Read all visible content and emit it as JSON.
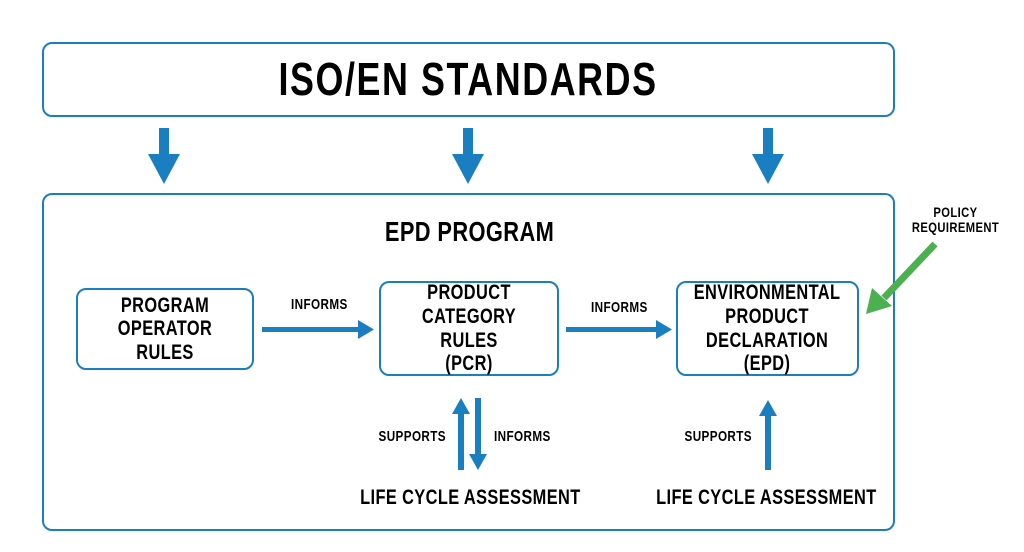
{
  "title": "ISO/EN STANDARDS",
  "program": {
    "title": "EPD PROGRAM",
    "boxes": {
      "operator_rules": "PROGRAM\nOPERATOR RULES",
      "pcr": "PRODUCT\nCATEGORY RULES\n(PCR)",
      "epd": "ENVIRONMENTAL\nPRODUCT\nDECLARATION (EPD)"
    },
    "arrows": {
      "informs_1": "INFORMS",
      "informs_2": "INFORMS",
      "supports_pcr": "SUPPORTS",
      "informs_pcr": "INFORMS",
      "supports_epd": "SUPPORTS"
    },
    "lca": {
      "left": "LIFE CYCLE ASSESSMENT",
      "right": "LIFE CYCLE ASSESSMENT"
    }
  },
  "policy": "POLICY\nREQUIREMENT",
  "colors": {
    "blue": "#1a7fc1",
    "green": "#4caf50",
    "text": "#000000"
  }
}
